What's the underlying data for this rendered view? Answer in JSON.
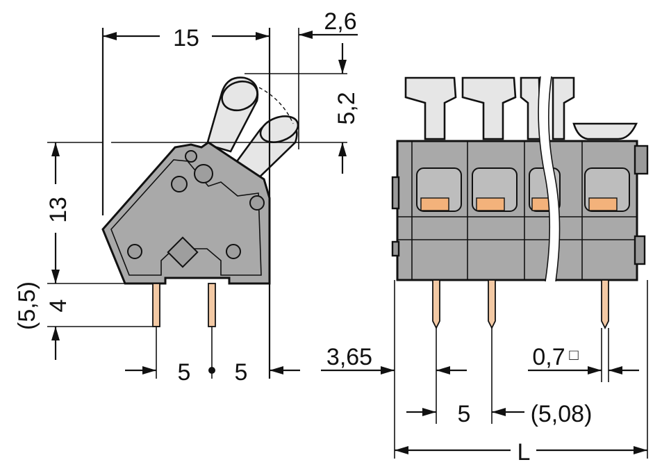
{
  "side_view": {
    "dim_width": "15",
    "dim_lever_offset": "2,6",
    "dim_lever_height": "5,2",
    "dim_height": "13",
    "dim_pin_length": "4",
    "dim_pin_length_alt": "(5,5)",
    "dim_pitch_left": "5",
    "dim_pitch_right": "5"
  },
  "front_view": {
    "dim_edge_offset": "3,65",
    "dim_pitch": "5",
    "dim_pitch_alt": "(5,08)",
    "dim_pin_size": "0,7",
    "dim_pin_size_symbol": "□",
    "dim_total_length": "L"
  },
  "colors": {
    "housing": "#a9a9a9",
    "lever": "#e6e6e6",
    "pin": "#f3c9a4",
    "contact": "#f3b27b",
    "line": "#111111"
  }
}
